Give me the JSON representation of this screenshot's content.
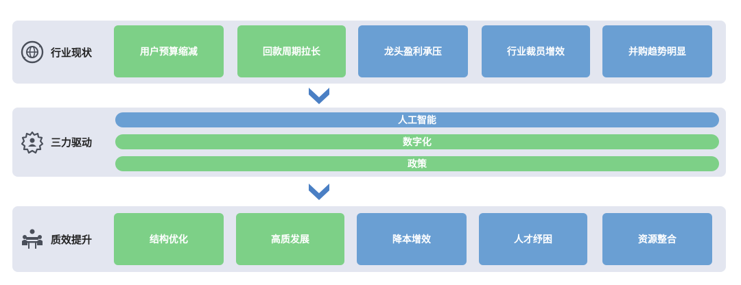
{
  "colors": {
    "panel": "#e3e6f0",
    "green": "#7dd087",
    "blue": "#6a9fd3",
    "arrow": "#4a7fc4",
    "icon": "#4a4f5a"
  },
  "rows": [
    {
      "label": "行业现状",
      "icon": "globe-refresh-icon",
      "items": [
        {
          "label": "用户预算缩减",
          "color": "green"
        },
        {
          "label": "回款周期拉长",
          "color": "green"
        },
        {
          "label": "龙头盈利承压",
          "color": "blue"
        },
        {
          "label": "行业裁员增效",
          "color": "blue"
        },
        {
          "label": "并购趋势明显",
          "color": "blue"
        }
      ]
    },
    {
      "label": "三力驱动",
      "icon": "gear-person-icon",
      "bars": [
        {
          "label": "人工智能",
          "color": "blue"
        },
        {
          "label": "数字化",
          "color": "green"
        },
        {
          "label": "政策",
          "color": "green"
        }
      ]
    },
    {
      "label": "质效提升",
      "icon": "meeting-icon",
      "items": [
        {
          "label": "结构优化",
          "color": "green"
        },
        {
          "label": "高质发展",
          "color": "green"
        },
        {
          "label": "降本增效",
          "color": "blue"
        },
        {
          "label": "人才纾困",
          "color": "blue"
        },
        {
          "label": "资源整合",
          "color": "blue"
        }
      ]
    }
  ]
}
